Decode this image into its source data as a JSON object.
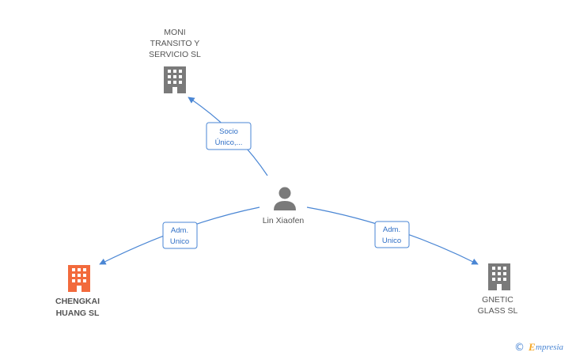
{
  "colors": {
    "edge": "#4a86d4",
    "building": "#7a7a7a",
    "building_highlight": "#f26a3c",
    "person": "#7a7a7a",
    "brand_accent": "#f5a623"
  },
  "nodes": {
    "person": {
      "label": "Lin Xiaofen",
      "icon": "person-icon"
    },
    "moni": {
      "label_lines": [
        "MONI",
        "TRANSITO Y",
        "SERVICIO SL"
      ],
      "icon": "building-icon"
    },
    "chengkai": {
      "label_lines": [
        "CHENGKAI",
        "HUANG SL"
      ],
      "icon": "building-icon",
      "highlight": true
    },
    "gnetic": {
      "label_lines": [
        "GNETIC",
        "GLASS SL"
      ],
      "icon": "building-icon"
    }
  },
  "edges": {
    "to_moni": {
      "label_lines": [
        "Socio",
        "Único,..."
      ]
    },
    "to_chengkai": {
      "label_lines": [
        "Adm.",
        "Unico"
      ]
    },
    "to_gnetic": {
      "label_lines": [
        "Adm.",
        "Unico"
      ]
    }
  },
  "brand": {
    "copyright": "©",
    "name": "mpresia",
    "initial": "E"
  }
}
